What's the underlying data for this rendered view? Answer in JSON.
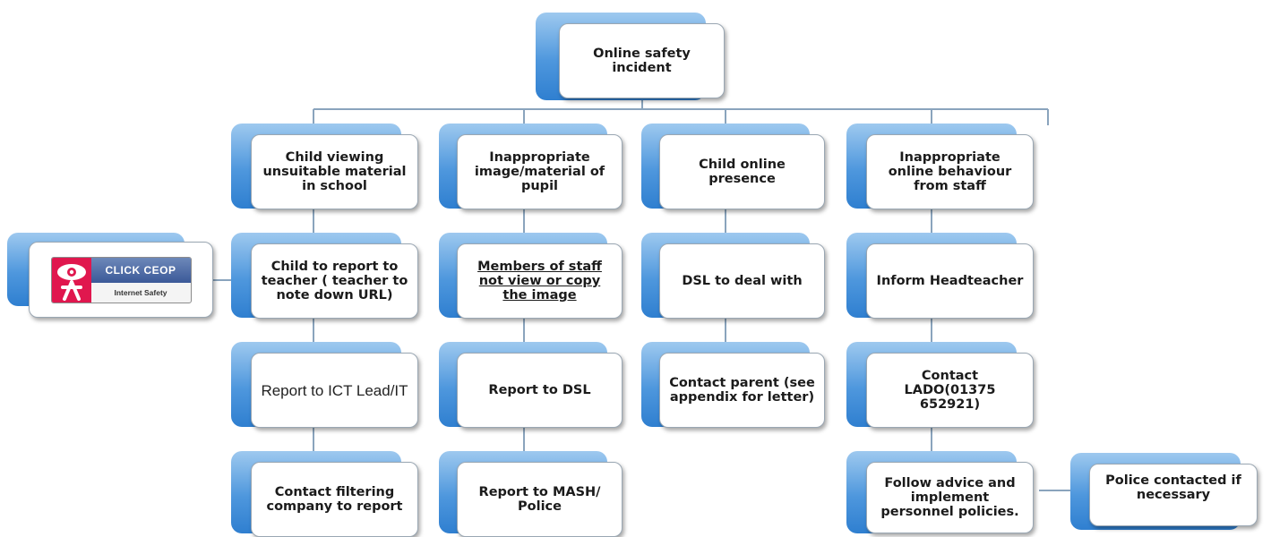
{
  "root": "Online safety incident",
  "columns": [
    {
      "header": "Child viewing unsuitable material in school",
      "steps": [
        "Child to report to teacher ( teacher to note down URL)",
        "Report to ICT Lead/IT",
        "Contact filtering company to report"
      ]
    },
    {
      "header": "Inappropriate image/material of pupil",
      "steps": [
        "Members of staff not view or copy the image",
        "Report to DSL",
        "Report to MASH/ Police"
      ]
    },
    {
      "header": "Child online presence",
      "steps": [
        "DSL to deal with",
        "Contact parent (see appendix for letter)"
      ]
    },
    {
      "header": "Inappropriate online behaviour from staff",
      "steps": [
        "Inform Headteacher",
        "Contact LADO(01375 652921)",
        "Follow advice and implement personnel policies."
      ]
    }
  ],
  "police_box": "Police contacted if necessary",
  "ceop": {
    "brand": "CLICK CEOP",
    "tagline": "Internet Safety"
  },
  "colors": {
    "box_blue": "#4e97dd",
    "line": "#8aa4bd"
  }
}
